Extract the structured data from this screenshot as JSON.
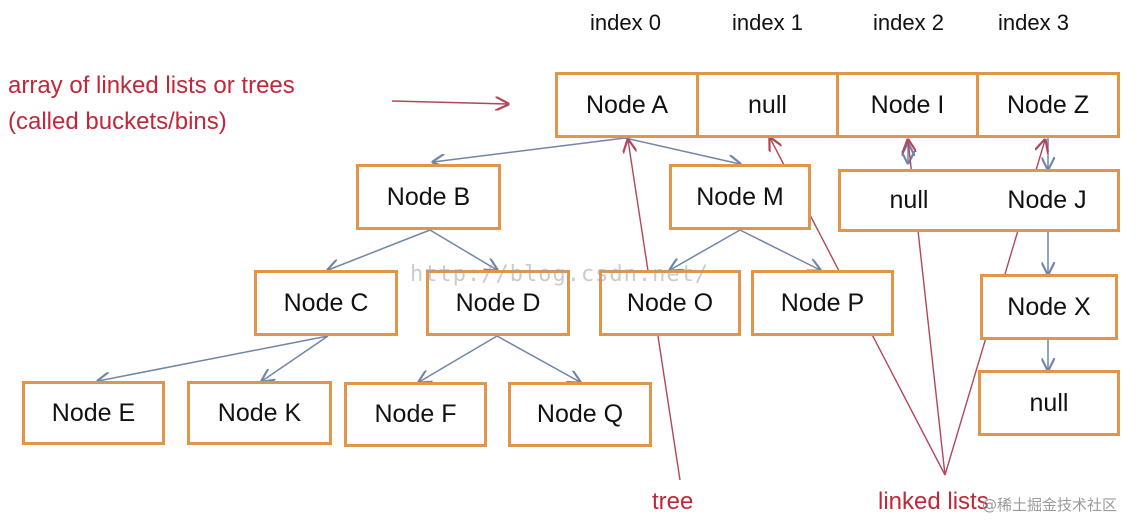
{
  "index_labels": [
    "index 0",
    "index 1",
    "index 2",
    "index 3"
  ],
  "description": {
    "line1": "array of linked lists or trees",
    "line2": "(called buckets/bins)"
  },
  "array_cells": [
    "Node A",
    "null",
    "Node I",
    "Node Z"
  ],
  "tree_nodes": {
    "b": "Node B",
    "m": "Node M",
    "c": "Node C",
    "d": "Node D",
    "o": "Node O",
    "p": "Node P",
    "e": "Node E",
    "k": "Node K",
    "f": "Node F",
    "q": "Node Q"
  },
  "list_nodes": {
    "i_next": "null",
    "j": "Node J",
    "x": "Node X",
    "x_next": "null"
  },
  "annotations": {
    "tree": "tree",
    "linked_lists": "linked lists"
  },
  "watermark": "http://blog.csdn.net/",
  "credit": "@稀土掘金技术社区",
  "colors": {
    "box_border": "#e0954a",
    "label_red": "#c0283a",
    "edge_blue": "#6f86a8",
    "pointer_red": "#b0485a"
  }
}
